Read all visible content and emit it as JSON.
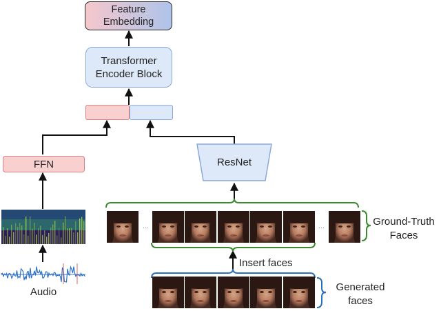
{
  "nodes": {
    "feature_embedding": "Feature Embedding",
    "transformer": "Transformer Encoder Block",
    "ffn": "FFN",
    "resnet": "ResNet"
  },
  "labels": {
    "audio": "Audio",
    "insert_faces": "Insert faces",
    "ground_truth_faces": "Ground-Truth Faces",
    "generated_faces": "Generated faces"
  },
  "colors": {
    "pink_fill": "#f9d0d0",
    "pink_border": "#d98080",
    "blue_fill": "#dde8f8",
    "blue_border": "#8aa8d8",
    "green_bracket": "#3a8a2e",
    "blue_bracket": "#2d6fb4",
    "arrow": "#111111"
  },
  "icons": [
    "spectrogram-icon",
    "waveform-icon",
    "face-thumbnail-icon"
  ]
}
